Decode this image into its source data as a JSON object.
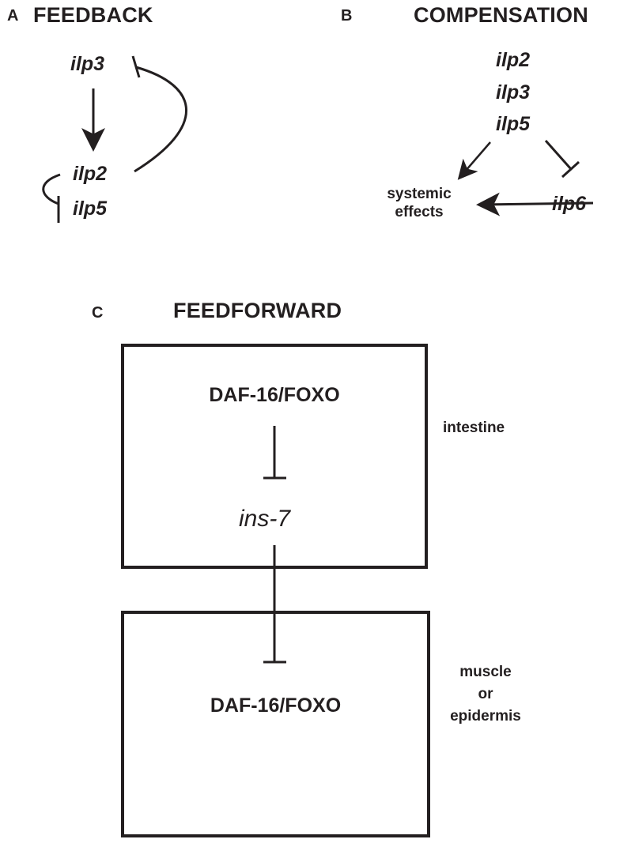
{
  "panel_a": {
    "letter": "A",
    "title": "FEEDBACK",
    "genes": [
      "ilp3",
      "ilp2",
      "ilp5"
    ]
  },
  "panel_b": {
    "letter": "B",
    "title": "COMPENSATION",
    "genes": [
      "ilp2",
      "ilp3",
      "ilp5"
    ],
    "effects_label": [
      "systemic",
      "effects"
    ],
    "target_gene": "ilp6"
  },
  "panel_c": {
    "letter": "C",
    "title": "FEEDFORWARD",
    "top_box": {
      "protein": "DAF-16/FOXO",
      "gene": "ins-7",
      "tissue": "intestine"
    },
    "bottom_box": {
      "protein": "DAF-16/FOXO",
      "tissue": [
        "muscle",
        "or",
        "epidermis"
      ]
    }
  },
  "colors": {
    "ink": "#231f20",
    "background": "#ffffff"
  }
}
